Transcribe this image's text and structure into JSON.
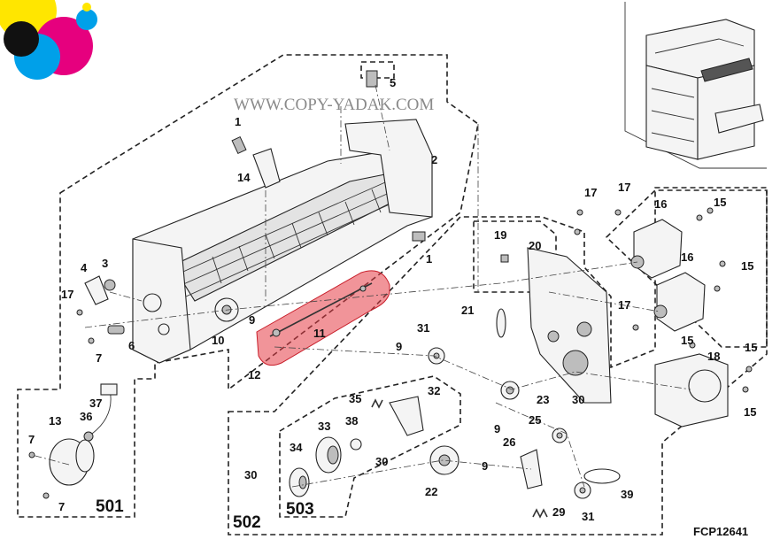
{
  "watermark": "WWW.COPY-YADAK.COM",
  "figure_code": "FCP12641",
  "group_labels": {
    "g501": "501",
    "g502": "502",
    "g503": "503"
  },
  "logo_colors": [
    "#ffe600",
    "#e6007e",
    "#00a0e9",
    "#111111"
  ],
  "highlight_color": "#e63c46",
  "callouts": {
    "c1a": "1",
    "c1b": "1",
    "c2": "2",
    "c3": "3",
    "c4": "4",
    "c5": "5",
    "c6": "6",
    "c7a": "7",
    "c7b": "7",
    "c7c": "7",
    "c9a": "9",
    "c9b": "9",
    "c9c": "9",
    "c9d": "9",
    "c10": "10",
    "c11": "11",
    "c12": "12",
    "c13": "13",
    "c14": "14",
    "c15a": "15",
    "c15b": "15",
    "c15c": "15",
    "c15d": "15",
    "c15e": "15",
    "c16a": "16",
    "c16b": "16",
    "c17a": "17",
    "c17b": "17",
    "c17c": "17",
    "c17d": "17",
    "c18": "18",
    "c19": "19",
    "c20": "20",
    "c21": "21",
    "c22": "22",
    "c23": "23",
    "c25": "25",
    "c26": "26",
    "c29": "29",
    "c30a": "30",
    "c30b": "30",
    "c30c": "30",
    "c31a": "31",
    "c31b": "31",
    "c32": "32",
    "c33": "33",
    "c34": "34",
    "c35": "35",
    "c36": "36",
    "c37": "37",
    "c38": "38",
    "c39": "39"
  }
}
